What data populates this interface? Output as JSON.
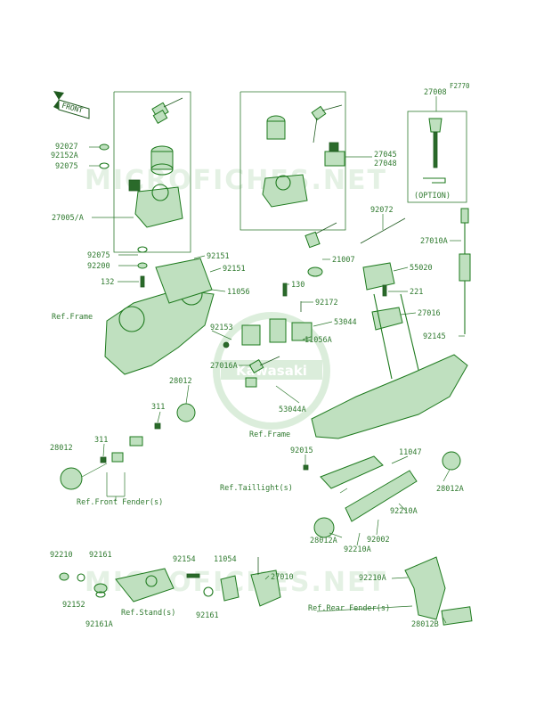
{
  "diagram_code": "F2770",
  "front_arrow": "FRONT",
  "option_label": "(OPTION)",
  "watermark_text": "MICROFICHES.NET",
  "logo_text": "Kawasaki",
  "labels": {
    "p92027": "92027",
    "p92152A": "92152A",
    "p92075a": "92075",
    "p27005A": "27005/A",
    "p92075b": "92075",
    "p92200": "92200",
    "p132": "132",
    "p27045": "27045",
    "p27048": "27048",
    "p27008": "27008",
    "p92072": "92072",
    "p27010A": "27010A",
    "p21007": "21007",
    "p55020": "55020",
    "p221": "221",
    "p27016": "27016",
    "p92145": "92145",
    "p92151a": "92151",
    "p92151b": "92151",
    "p11056": "11056",
    "p130": "130",
    "p92172": "92172",
    "p53044": "53044",
    "p11056A": "11056A",
    "p92153": "92153",
    "p27016A": "27016A",
    "p53044A": "53044A",
    "p28012a": "28012",
    "p311a": "311",
    "p28012b": "28012",
    "p311b": "311",
    "p92015": "92015",
    "p11047": "11047",
    "p28012A": "28012A",
    "p92210A1": "92210A",
    "p92002": "92002",
    "p92210A2": "92210A",
    "p28012A2": "28012A",
    "p92210": "92210",
    "p92161": "92161",
    "p92154": "92154",
    "p11054": "11054",
    "p27010": "27010",
    "p92152": "92152",
    "p92161A": "92161A",
    "p92161b": "92161",
    "p92210A3": "92210A",
    "p28012B": "28012B",
    "refFrame1": "Ref.Frame",
    "refFrame2": "Ref.Frame",
    "refTaillight": "Ref.Taillight(s)",
    "refFrontFender": "Ref.Front Fender(s)",
    "refStand": "Ref.Stand(s)",
    "refRearFender": "Ref.Rear Fender(s)"
  }
}
